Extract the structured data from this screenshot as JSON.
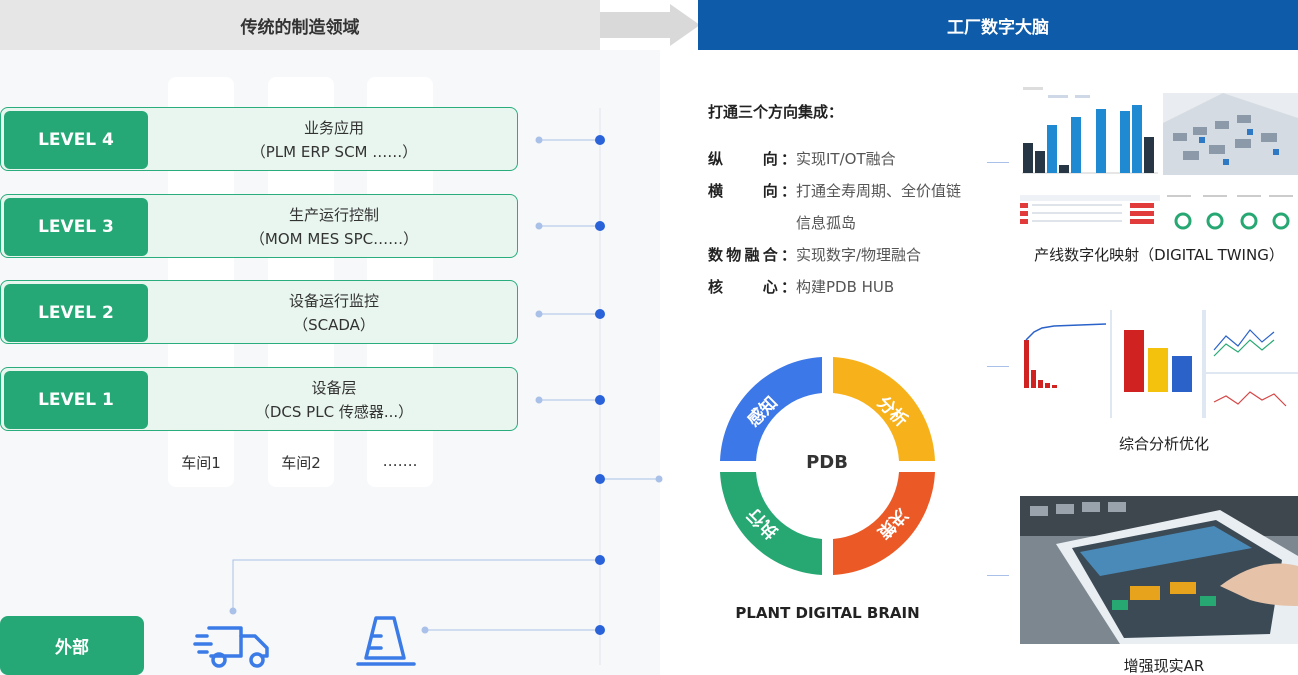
{
  "header": {
    "left_title": "传统的制造领域",
    "right_title": "工厂数字大脑"
  },
  "levels": [
    {
      "badge": "LEVEL 4",
      "line1": "业务应用",
      "line2": "（PLM ERP SCM ……）"
    },
    {
      "badge": "LEVEL 3",
      "line1": "生产运行控制",
      "line2": "（MOM MES SPC……）"
    },
    {
      "badge": "LEVEL 2",
      "line1": "设备运行监控",
      "line2": "（SCADA）"
    },
    {
      "badge": "LEVEL 1",
      "line1": "设备层",
      "line2": "（DCS PLC 传感器...）"
    }
  ],
  "workshops": [
    "车间1",
    "车间2",
    "……."
  ],
  "external": {
    "label": "外部",
    "icons": [
      "truck-icon",
      "cone-icon"
    ]
  },
  "intro": {
    "title": "打通三个方向集成：",
    "rows": [
      {
        "key": "纵　　向：",
        "value": "实现IT/OT融合"
      },
      {
        "key": "横　　向：",
        "value": "打通全寿周期、全价值链"
      },
      {
        "key": "",
        "value": "信息孤岛"
      },
      {
        "key": "数物融合：",
        "value": "实现数字/物理融合"
      },
      {
        "key": "核　　心：",
        "value": "构建PDB HUB"
      }
    ]
  },
  "brain": {
    "center": "PDB",
    "segments": [
      {
        "label": "感知",
        "color": "#3c78e8"
      },
      {
        "label": "分析",
        "color": "#f7b21b"
      },
      {
        "label": "决策",
        "color": "#eb5a26"
      },
      {
        "label": "执行",
        "color": "#27a873"
      }
    ],
    "caption": "PLANT DIGITAL BRAIN"
  },
  "images": [
    {
      "caption": "产线数字化映射（DIGITAL TWING）"
    },
    {
      "caption": "综合分析优化"
    },
    {
      "caption": "增强现实AR"
    }
  ],
  "colors": {
    "level_green": "#25a876",
    "level_bg": "#e8f6ef",
    "header_blue": "#0e5baa",
    "connector": "#a9c0e8",
    "node": "#2962d9"
  }
}
